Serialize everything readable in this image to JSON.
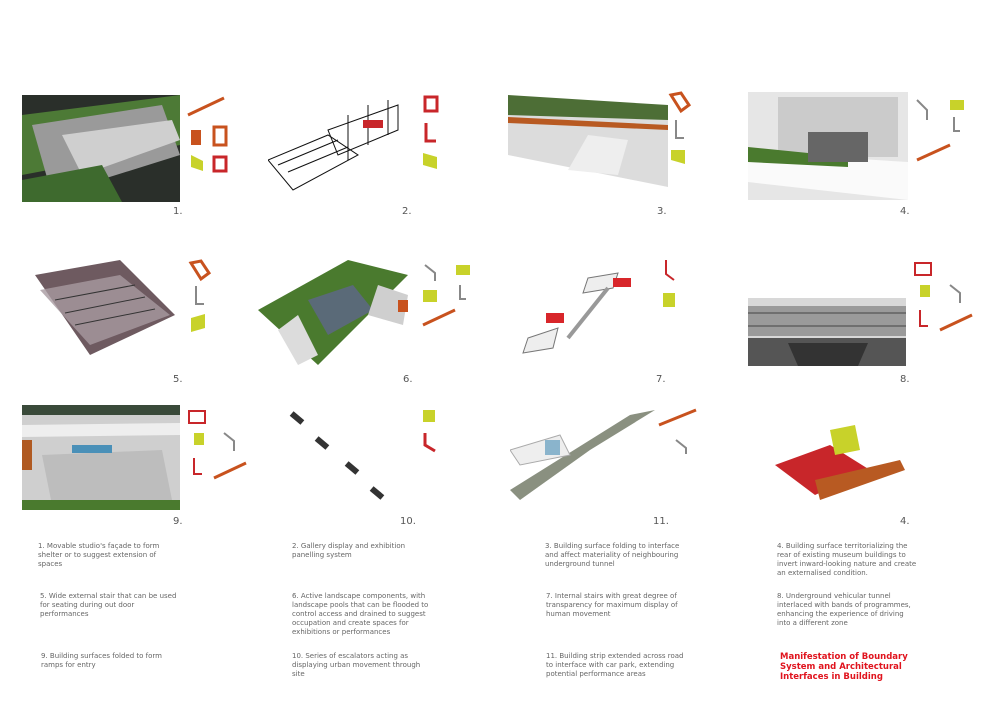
{
  "panels": [
    {
      "number": "1."
    },
    {
      "number": "2."
    },
    {
      "number": "3."
    },
    {
      "number": "4."
    },
    {
      "number": "5."
    },
    {
      "number": "6."
    },
    {
      "number": "7."
    },
    {
      "number": "8."
    },
    {
      "number": "9."
    },
    {
      "number": "10."
    },
    {
      "number": "11."
    },
    {
      "number": "4."
    }
  ],
  "captions": [
    "1. Movable studio's façade to form shelter or to suggest extension of spaces",
    "2. Gallery display and exhibition panelling system",
    "3. Building surface folding to interface and affect materiality of neighbouring underground tunnel",
    "4. Building surface territorializing the rear of existing museum buildings to invert inward-looking nature and create an externalised condition.",
    "5. Wide external stair that can be used for seating during out door performances",
    "6. Active landscape components, with landscape pools that can be flooded to control access and drained to suggest occupation and create spaces for exhibitions or performances",
    "7. Internal stairs with great degree of transparency for maximum display of human movement",
    "8. Underground vehicular tunnel interlaced with bands of programmes, enhancing the experience of driving into a different zone",
    "9. Building surfaces folded to form ramps for entry",
    "10. Series of escalators acting as displaying urban movement through site",
    "11. Building strip extended across road to interface with car park, extending potential performance areas"
  ],
  "title": "Manifestation of Boundary System and Architectural Interfaces in Building",
  "colors": {
    "red": "#c8262a",
    "orange": "#c8521e",
    "lime": "#c8d22a",
    "grass": "#4a7a2e",
    "grey": "#8a8a8a",
    "title": "#e0141e"
  }
}
